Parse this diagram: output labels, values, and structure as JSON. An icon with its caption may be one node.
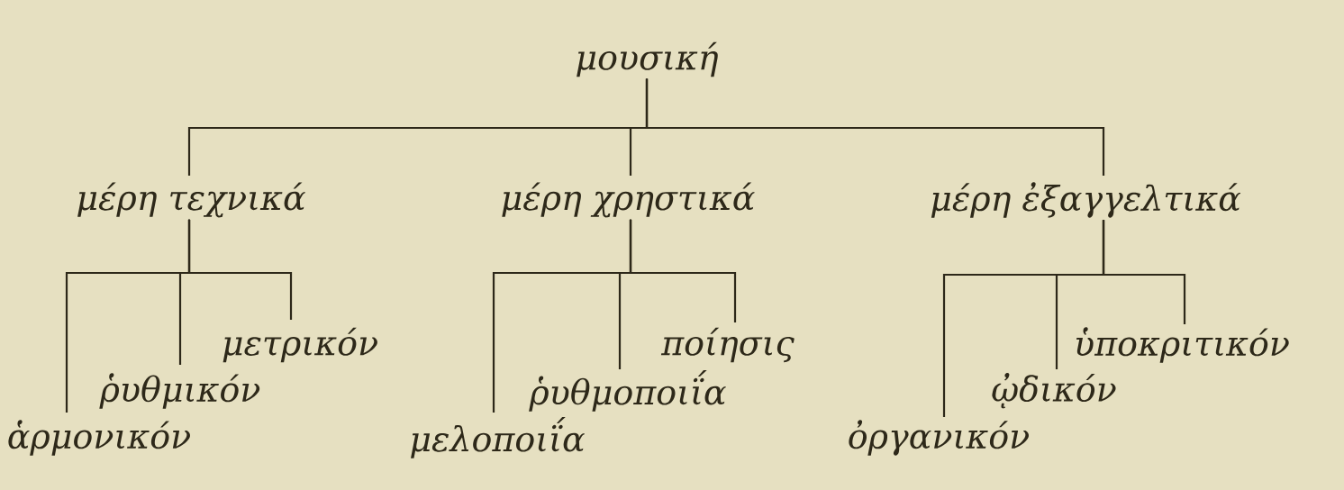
{
  "diagram": {
    "nodes": [
      {
        "text": [
          "μουσική"
        ]
      },
      {
        "text": [
          "μέρη τεχνικά"
        ]
      },
      {
        "text": [
          "μέρη χρηστικά"
        ]
      },
      {
        "text": [
          "μέρη ἐξαγγελτικά"
        ]
      },
      {
        "text": [
          "ἁρμονικόν"
        ]
      },
      {
        "text": [
          "ῥυθμικόν"
        ]
      },
      {
        "text": [
          "μετρικόν"
        ]
      },
      {
        "text": [
          "μελοποιΐα"
        ]
      },
      {
        "text": [
          "ῥυθμοποιΐα"
        ]
      },
      {
        "text": [
          "ποίησις"
        ]
      },
      {
        "text": [
          "ὀργανικόν"
        ]
      },
      {
        "text": [
          "ᾠδικόν"
        ]
      },
      {
        "text": [
          "ὑποκριτικόν"
        ]
      }
    ],
    "edges": [
      {
        "from": 0,
        "to": 1,
        "arrow": "none"
      },
      {
        "from": 0,
        "to": 2,
        "arrow": "none"
      },
      {
        "from": 0,
        "to": 3,
        "arrow": "none"
      },
      {
        "from": 1,
        "to": 4,
        "arrow": "none"
      },
      {
        "from": 1,
        "to": 5,
        "arrow": "none"
      },
      {
        "from": 1,
        "to": 6,
        "arrow": "none"
      },
      {
        "from": 2,
        "to": 7,
        "arrow": "none"
      },
      {
        "from": 2,
        "to": 8,
        "arrow": "none"
      },
      {
        "from": 2,
        "to": 9,
        "arrow": "none"
      },
      {
        "from": 3,
        "to": 10,
        "arrow": "none"
      },
      {
        "from": 3,
        "to": 11,
        "arrow": "none"
      },
      {
        "from": 3,
        "to": 12,
        "arrow": "none"
      }
    ]
  }
}
